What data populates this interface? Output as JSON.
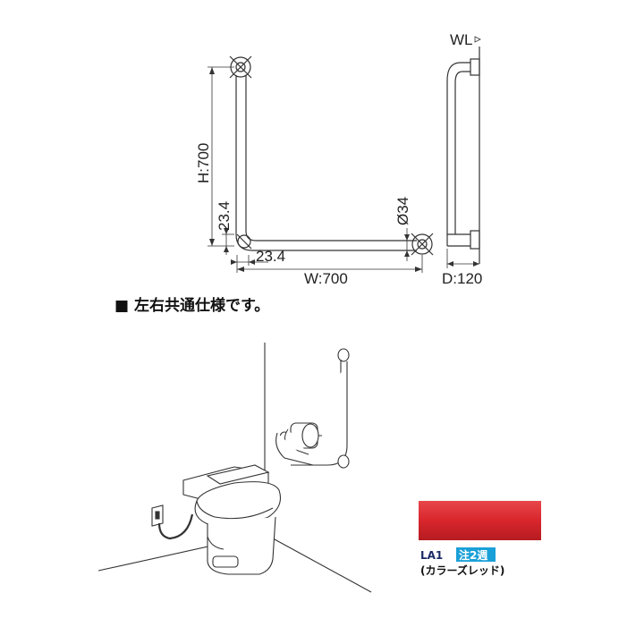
{
  "dimensions": {
    "height": "H:700",
    "bend_v": "23.4",
    "bend_h": "23.4",
    "width": "W:700",
    "diameter": "Ø34",
    "depth": "D:120",
    "wall_line": "WL"
  },
  "note": "■ 左右共通仕様です。",
  "swatch": {
    "color": "#d8262c",
    "code": "LA1",
    "badge": "注2週",
    "badge_color": "#1aa0d8",
    "name": "(カラーズレッド)"
  }
}
